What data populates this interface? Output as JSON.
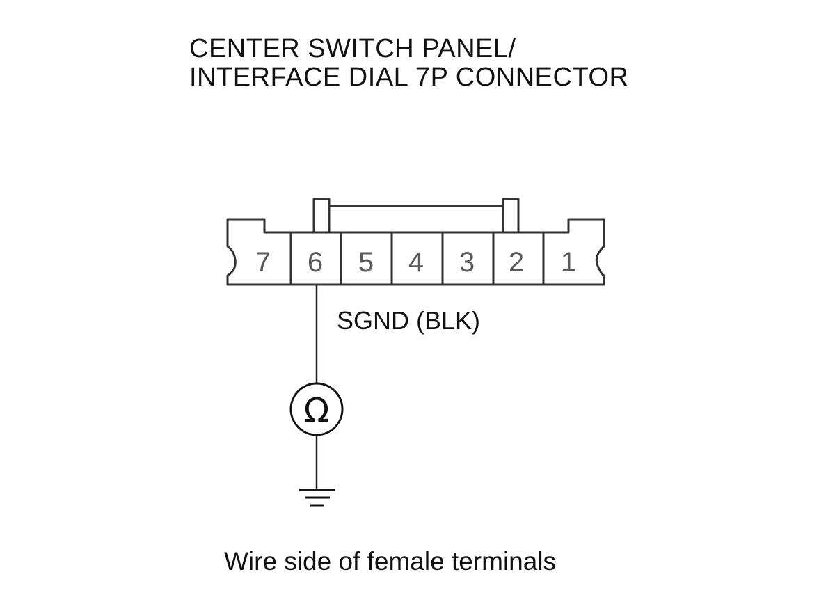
{
  "title": {
    "line1": "CENTER SWITCH PANEL/",
    "line2": "INTERFACE DIAL 7P CONNECTOR"
  },
  "connector": {
    "pins": [
      "7",
      "6",
      "5",
      "4",
      "3",
      "2",
      "1"
    ]
  },
  "wire": {
    "label": "SGND (BLK)"
  },
  "meter": {
    "symbol": "Ω"
  },
  "caption": "Wire side of female terminals"
}
